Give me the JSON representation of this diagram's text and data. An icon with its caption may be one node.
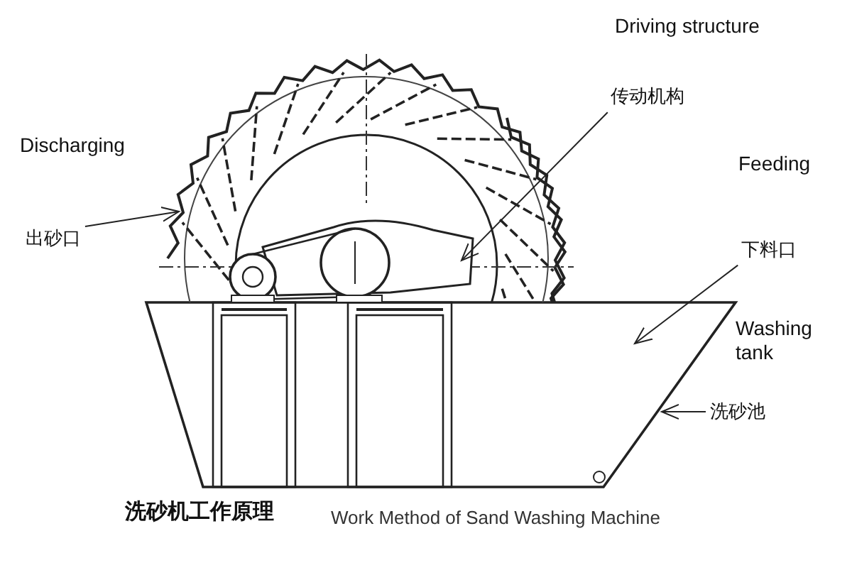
{
  "diagram": {
    "title": "洗砂机工作原理",
    "caption": "Work Method of Sand Washing Machine",
    "nodes": [
      {
        "text": [
          "出砂口"
        ]
      },
      {
        "text": [],
        "shape": "picture"
      },
      {
        "text": [
          "传动机构"
        ]
      },
      {
        "text": [],
        "shape": "picture",
        "in": 1
      },
      {
        "text": [
          "下料口"
        ]
      },
      {
        "text": [],
        "shape": "picture"
      },
      {
        "text": [
          "洗砂池"
        ]
      }
    ],
    "edges": [
      {
        "from": 0,
        "to": 1,
        "arrow": "to"
      },
      {
        "from": 2,
        "to": 3,
        "arrow": "to"
      },
      {
        "from": 4,
        "to": 5,
        "arrow": "to"
      },
      {
        "from": 6,
        "to": 5,
        "arrow": "to"
      }
    ],
    "labels": [
      "Driving structure",
      "Discharging",
      "Feeding",
      "Washing tank"
    ]
  }
}
